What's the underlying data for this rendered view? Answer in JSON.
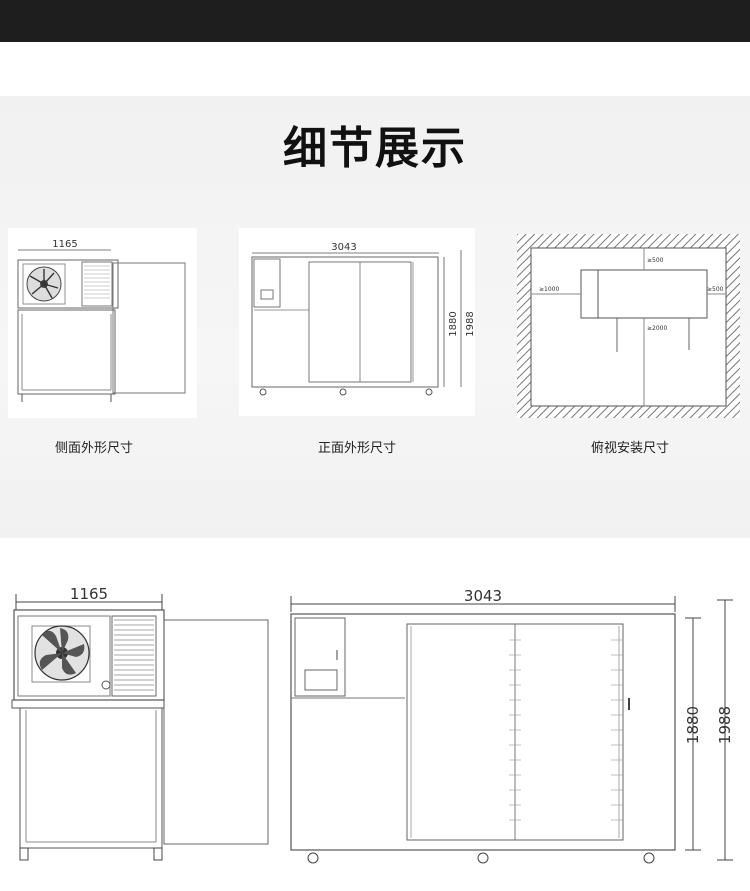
{
  "section_title": "细节展示",
  "thumbs": [
    {
      "caption": "侧面外形尺寸",
      "dim_width": "1165"
    },
    {
      "caption": "正面外形尺寸",
      "dim_width": "3043",
      "dim_h1": "1880",
      "dim_h2": "1988"
    },
    {
      "caption": "俯视安装尺寸",
      "clear_top": "≥500",
      "clear_left": "≥1000",
      "clear_right": "≥500",
      "clear_bottom": "≥2000"
    }
  ],
  "side_view": {
    "dim_width": "1165"
  },
  "front_view": {
    "dim_width": "3043",
    "dim_h1": "1880",
    "dim_h2": "1988"
  }
}
